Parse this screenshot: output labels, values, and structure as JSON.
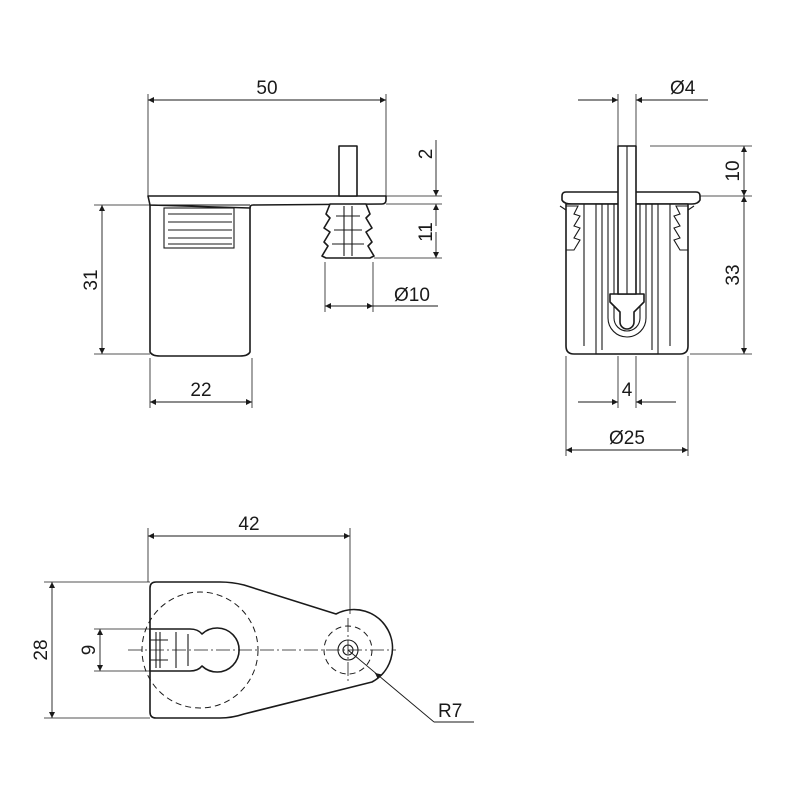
{
  "dimensions": {
    "front_width": "50",
    "front_height": "31",
    "front_base_width": "22",
    "pin_top": "2",
    "pin_body": "11",
    "pin_diameter": "Ø10",
    "side_pin_diameter": "Ø4",
    "side_top": "10",
    "side_height": "33",
    "side_slot": "4",
    "side_diameter": "Ø25",
    "top_length": "42",
    "top_height": "28",
    "top_slot": "9",
    "top_radius": "R7"
  },
  "colors": {
    "line": "#1a1a1a",
    "background": "#ffffff"
  }
}
